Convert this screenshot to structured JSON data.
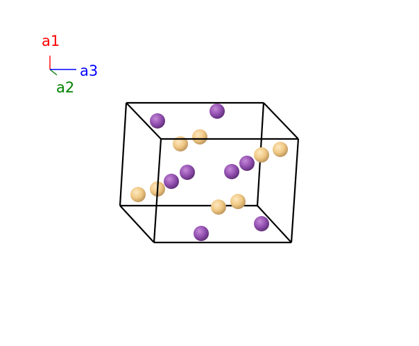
{
  "axes": [
    {
      "label": "a1",
      "color": "#ff0000"
    },
    {
      "label": "a2",
      "color": "#008000"
    },
    {
      "label": "a3",
      "color": "#0000ff"
    }
  ],
  "colors": {
    "cell_edge": "#000000",
    "atom_purple": "#9250b0",
    "atom_tan": "#f0c884",
    "background": "#ffffff"
  },
  "atoms": [
    {
      "element": "purple"
    },
    {
      "element": "purple"
    },
    {
      "element": "tan"
    },
    {
      "element": "tan"
    },
    {
      "element": "tan"
    },
    {
      "element": "tan"
    },
    {
      "element": "purple"
    },
    {
      "element": "purple"
    },
    {
      "element": "purple"
    },
    {
      "element": "purple"
    },
    {
      "element": "tan"
    },
    {
      "element": "tan"
    },
    {
      "element": "tan"
    },
    {
      "element": "tan"
    },
    {
      "element": "purple"
    },
    {
      "element": "purple"
    }
  ]
}
